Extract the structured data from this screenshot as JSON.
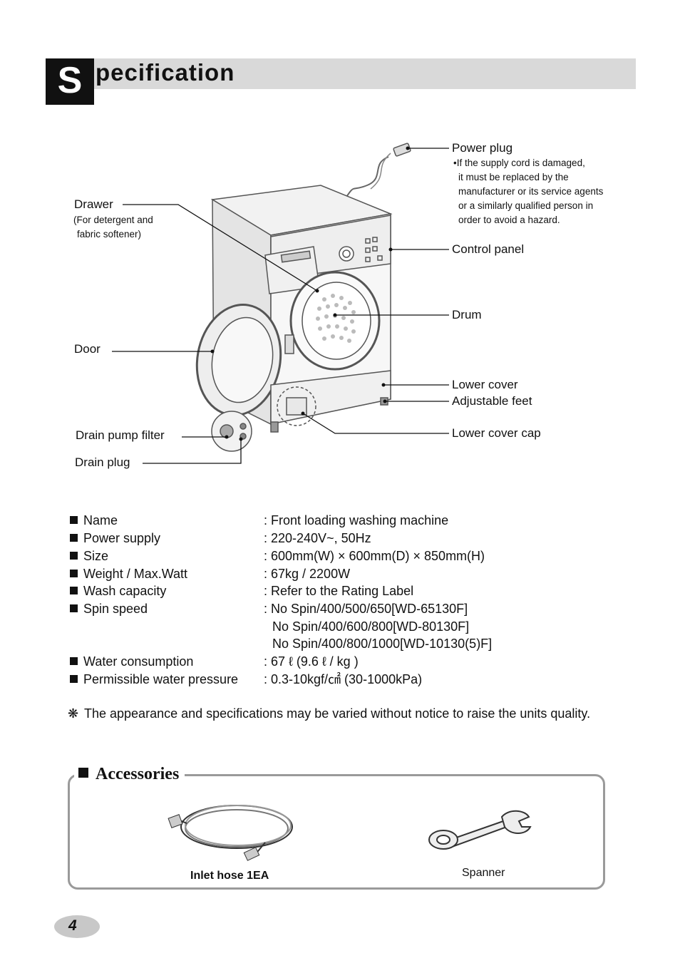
{
  "header": {
    "initial": "S",
    "rest": "pecification"
  },
  "diagram": {
    "labels": {
      "power_plug": "Power plug",
      "power_note": [
        "•If the supply cord is damaged,",
        "it must be replaced by the",
        "manufacturer or its service agents",
        "or a similarly qualified person in",
        "order to avoid a hazard."
      ],
      "drawer": "Drawer",
      "drawer_sub": [
        "(For detergent and",
        "fabric softener)"
      ],
      "control_panel": "Control panel",
      "drum": "Drum",
      "door": "Door",
      "lower_cover": "Lower cover",
      "adjustable_feet": "Adjustable feet",
      "lower_cover_cap": "Lower cover cap",
      "drain_pump_filter": "Drain pump filter",
      "drain_plug": "Drain plug"
    }
  },
  "specs": [
    {
      "label": "Name",
      "values": [
        ": Front loading washing machine"
      ]
    },
    {
      "label": "Power supply",
      "values": [
        ": 220-240V~, 50Hz"
      ]
    },
    {
      "label": "Size",
      "values": [
        ": 600mm(W) × 600mm(D) × 850mm(H)"
      ]
    },
    {
      "label": "Weight / Max.Watt",
      "values": [
        ": 67kg / 2200W"
      ]
    },
    {
      "label": "Wash capacity",
      "values": [
        ": Refer to the Rating Label"
      ]
    },
    {
      "label": "Spin speed",
      "values": [
        ": No Spin/400/500/650[WD-65130F]",
        "No Spin/400/600/800[WD-80130F]",
        "No Spin/400/800/1000[WD-10130(5)F]"
      ]
    },
    {
      "label": "Water consumption",
      "values": [
        ": 67 ℓ (9.6 ℓ / kg )"
      ]
    },
    {
      "label": "Permissible water pressure",
      "values": [
        ": 0.3-10kgf/㎠ (30-1000kPa)"
      ]
    }
  ],
  "note": {
    "mark": "❋",
    "text": "The appearance and specifications may be varied without notice to raise the units quality."
  },
  "accessories": {
    "title": "Accessories",
    "items": [
      {
        "label": "Inlet hose 1EA"
      },
      {
        "label": "Spanner"
      }
    ]
  },
  "page_number": "4"
}
